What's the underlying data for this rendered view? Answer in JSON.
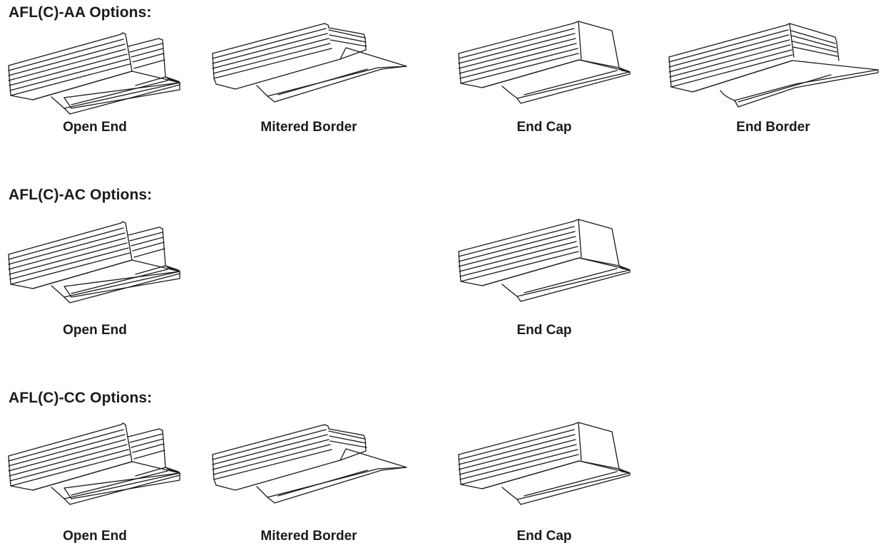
{
  "sections": [
    {
      "title": "AFL(C)-AA Options:",
      "options": [
        {
          "label": "Open End",
          "icon": "open-end-icon"
        },
        {
          "label": "Mitered Border",
          "icon": "mitered-border-icon"
        },
        {
          "label": "End Cap",
          "icon": "end-cap-icon"
        },
        {
          "label": "End Border",
          "icon": "end-border-icon"
        }
      ]
    },
    {
      "title": "AFL(C)-AC Options:",
      "options": [
        {
          "label": "Open End",
          "icon": "open-end-icon"
        },
        {
          "label": "End Cap",
          "icon": "end-cap-icon"
        }
      ]
    },
    {
      "title": "AFL(C)-CC Options:",
      "options": [
        {
          "label": "Open End",
          "icon": "open-end-icon"
        },
        {
          "label": "Mitered Border",
          "icon": "mitered-border-icon"
        },
        {
          "label": "End Cap",
          "icon": "end-cap-icon"
        }
      ]
    }
  ],
  "colors": {
    "line": "#1a1a1a",
    "background": "#ffffff"
  }
}
